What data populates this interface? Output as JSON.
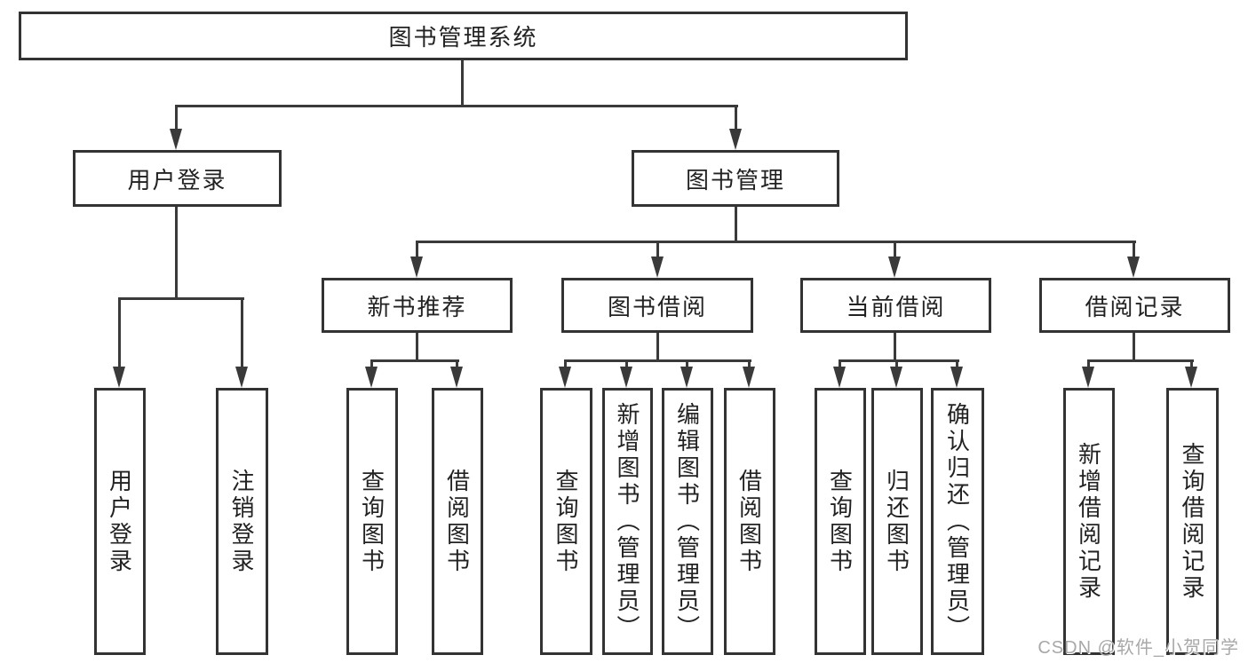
{
  "colors": {
    "connector": "#3a3a3a",
    "box_border": "#333333",
    "text": "#222222",
    "watermark_text": "#a8a8a8",
    "background": "#ffffff"
  },
  "tree": {
    "label": "图书管理系统",
    "children": [
      {
        "label": "用户登录",
        "children": [
          {
            "label": "用户登录"
          },
          {
            "label": "注销登录"
          }
        ]
      },
      {
        "label": "图书管理",
        "children": [
          {
            "label": "新书推荐",
            "children": [
              {
                "label": "查询图书"
              },
              {
                "label": "借阅图书"
              }
            ]
          },
          {
            "label": "图书借阅",
            "children": [
              {
                "label": "查询图书"
              },
              {
                "label": "新增图书（管理员）"
              },
              {
                "label": "编辑图书（管理员）"
              },
              {
                "label": "借阅图书"
              }
            ]
          },
          {
            "label": "当前借阅",
            "children": [
              {
                "label": "查询图书"
              },
              {
                "label": "归还图书"
              },
              {
                "label": "确认归还（管理员）"
              }
            ]
          },
          {
            "label": "借阅记录",
            "children": [
              {
                "label": "新增借阅记录"
              },
              {
                "label": "查询借阅记录"
              }
            ]
          }
        ]
      }
    ]
  },
  "watermark": {
    "text": "CSDN @软件_小贺同学"
  }
}
